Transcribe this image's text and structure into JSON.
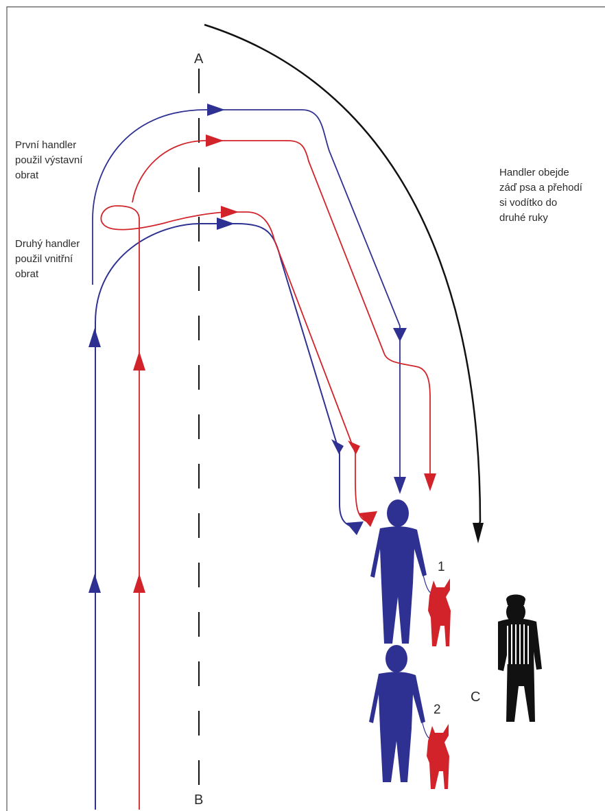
{
  "colors": {
    "blue": "#2e3192",
    "red": "#d2232a",
    "black": "#111111",
    "frame": "#555555"
  },
  "labels": {
    "point_a": "A",
    "point_b": "B",
    "point_c": "C",
    "handler_1": "1",
    "handler_2": "2"
  },
  "notes": {
    "first_handler": [
      "První handler",
      "použil výstavní",
      "obrat"
    ],
    "second_handler": [
      "Druhý handler",
      "použil vnitřní",
      "obrat"
    ],
    "judge_path": [
      "Handler obejde",
      "záď psa a přehodí",
      "si vodítko do",
      "druhé ruky"
    ]
  },
  "icons": {
    "handler_figure": "standing-person-icon",
    "dog_figure": "dog-icon",
    "judge_figure": "judge-icon"
  }
}
